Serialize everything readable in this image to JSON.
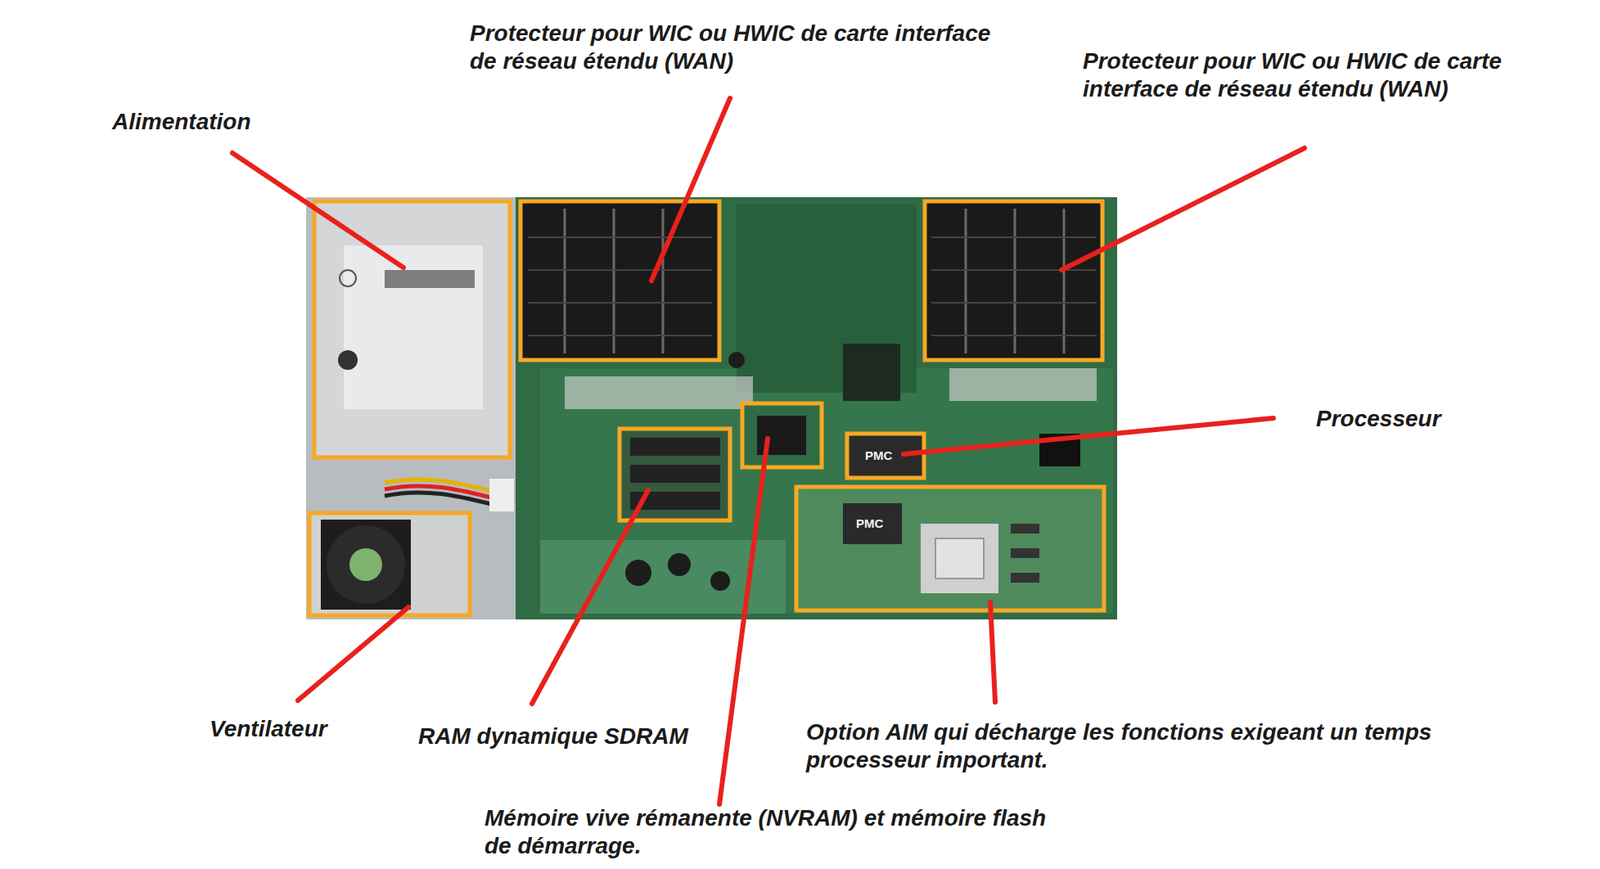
{
  "diagram": {
    "labels": [
      "Protecteur pour WIC ou HWIC de carte interface de réseau étendu (WAN)",
      "Protecteur pour WIC ou HWIC de carte interface de réseau étendu (WAN)",
      "Alimentation",
      "Processeur",
      "PMC",
      "PMC",
      "Ventilateur",
      "RAM dynamique SDRAM",
      "Option AIM qui décharge les fonctions exigeant un temps processeur important.",
      "Mémoire vive rémanente (NVRAM) et mémoire flash de démarrage."
    ]
  }
}
